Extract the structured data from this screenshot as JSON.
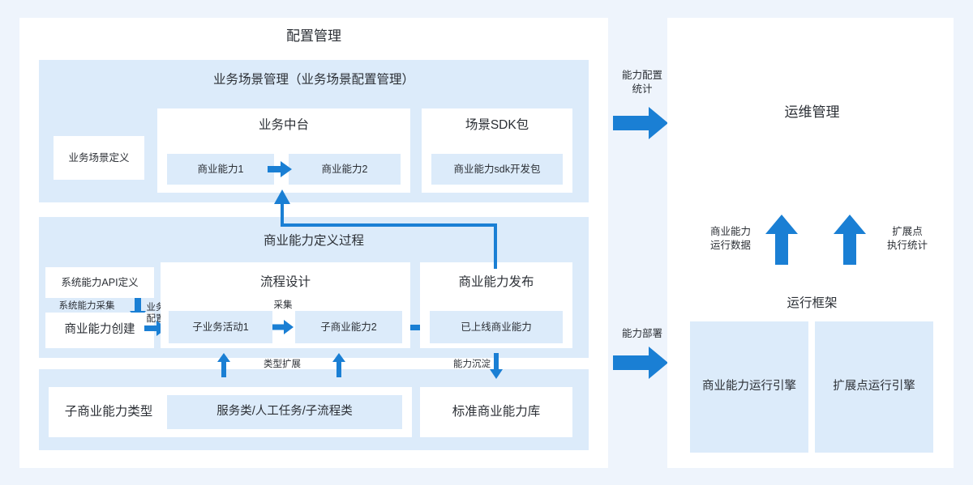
{
  "colors": {
    "page_bg": "#eef4fc",
    "card_bg": "#ffffff",
    "panel_bg": "#dcebfa",
    "chip_bg": "#daeaf8",
    "arrow_blue": "#1a7fd4",
    "text": "#2b2f35"
  },
  "left_card": {
    "title": "配置管理",
    "scene_panel": {
      "title": "业务场景管理（业务场景配置管理）",
      "scene_definition_box": "业务场景定义",
      "midplatform": {
        "title": "业务中台",
        "capability_1": "商业能力1",
        "capability_2": "商业能力2"
      },
      "sdk": {
        "title": "场景SDK包",
        "sdk_package": "商业能力sdk开发包"
      }
    },
    "capability_panel": {
      "title": "商业能力定义过程",
      "api_definition_box": "系统能力API定义",
      "capability_create_box": "商业能力创建",
      "collect_label": "系统能力采集",
      "business_config_label": "业务\n配置",
      "process_design": {
        "title": "流程设计",
        "sub_activity_1": "子业务活动1",
        "sub_capability_2": "子商业能力2",
        "collect_label": "采集"
      },
      "publish": {
        "title": "商业能力发布",
        "online_capability": "已上线商业能力"
      }
    },
    "library_panel": {
      "sub_type_box": "子商业能力类型",
      "sub_type_chip": "服务类/人工任务/子流程类",
      "standard_library_box": "标准商业能力库",
      "type_extension_label": "类型扩展",
      "capability_settle_label": "能力沉淀"
    }
  },
  "right_card": {
    "ops_management": "运维管理",
    "runtime_framework": {
      "title": "运行框架",
      "capability_engine": "商业能力运行引擎",
      "extension_engine": "扩展点运行引擎"
    }
  },
  "connectors": {
    "config_stats": "能力配置\n统计",
    "capability_deploy": "能力部署",
    "capability_runtime_data": "商业能力\n运行数据",
    "extension_exec_stats": "扩展点\n执行统计"
  }
}
